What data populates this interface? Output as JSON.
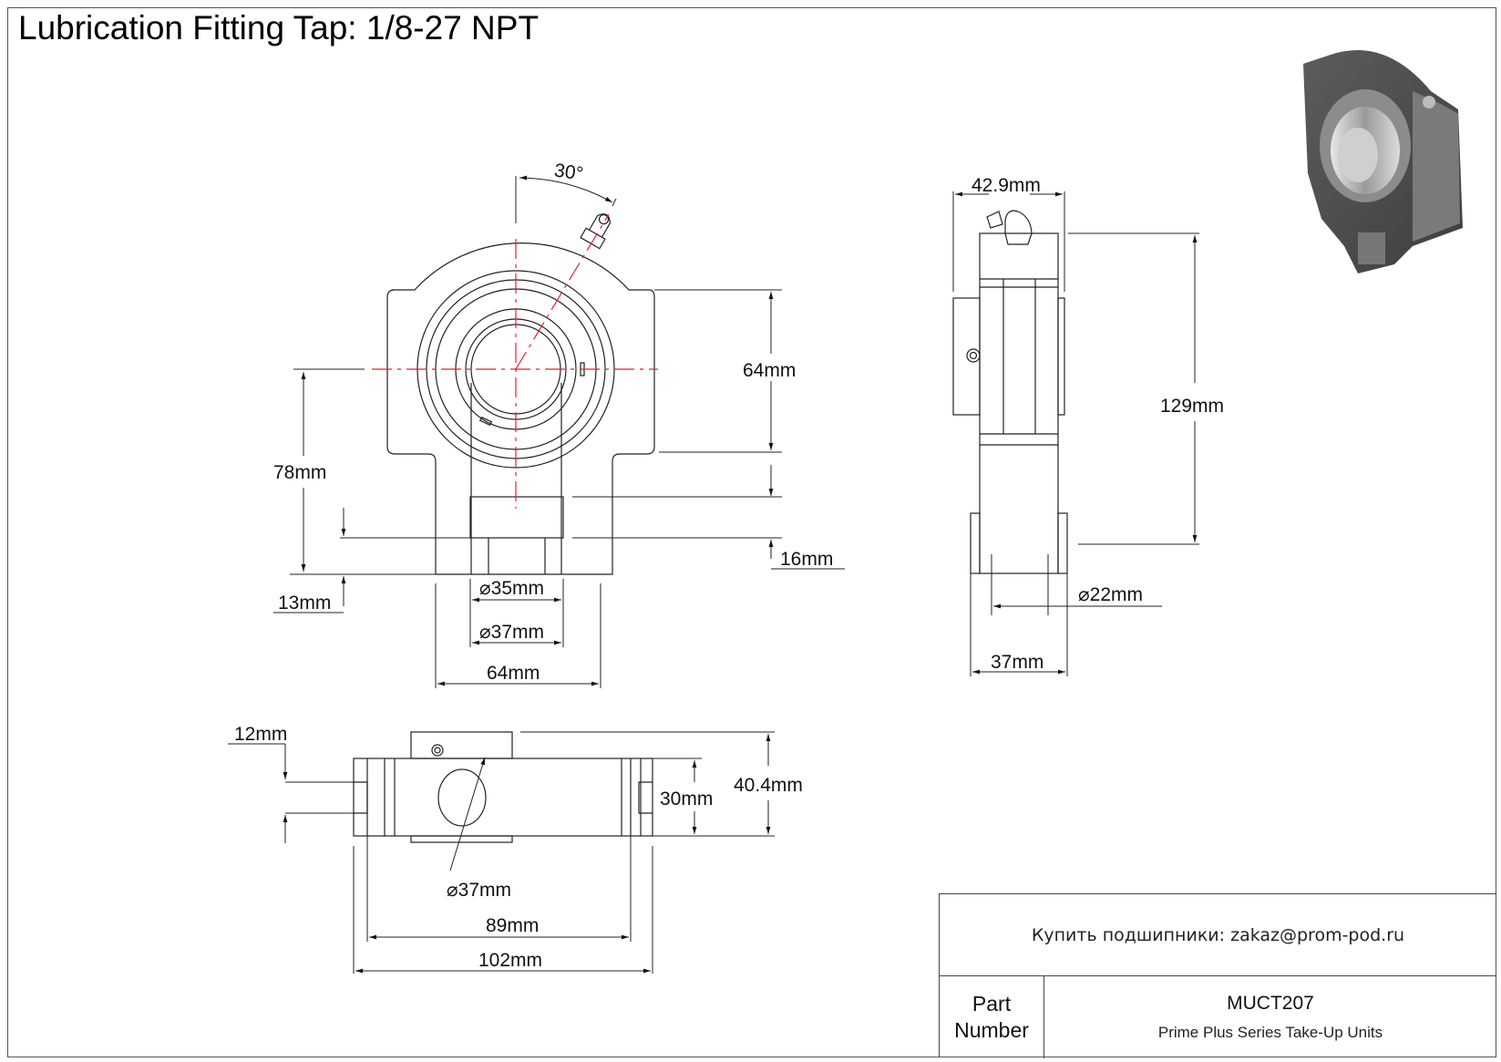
{
  "title": "Lubrication Fitting Tap: 1/8-27 NPT",
  "front_view": {
    "angle_label": "30°",
    "dims": {
      "height_64": "64mm",
      "height_78": "78mm",
      "dim_16": "16mm",
      "dim_13": "13mm",
      "dia_35": "35mm",
      "dia_37": "37mm",
      "width_64": "64mm"
    }
  },
  "side_view": {
    "dims": {
      "width_42_9": "42.9mm",
      "height_129": "129mm",
      "dia_22": "22mm",
      "width_37": "37mm"
    }
  },
  "top_view": {
    "dims": {
      "dim_12": "12mm",
      "dim_30": "30mm",
      "dim_40_4": "40.4mm",
      "dia_37": "37mm",
      "width_89": "89mm",
      "width_102": "102mm"
    }
  },
  "diameter_symbol": "⌀",
  "title_block": {
    "contact": "Купить подшипники: zakaz@prom-pod.ru",
    "part_label_line1": "Part",
    "part_label_line2": "Number",
    "part_number": "MUCT207",
    "description": "Prime Plus Series Take-Up Units"
  },
  "colors": {
    "line": "#222222",
    "centerline": "#e8202a",
    "render_body": "#6b6b6b"
  }
}
